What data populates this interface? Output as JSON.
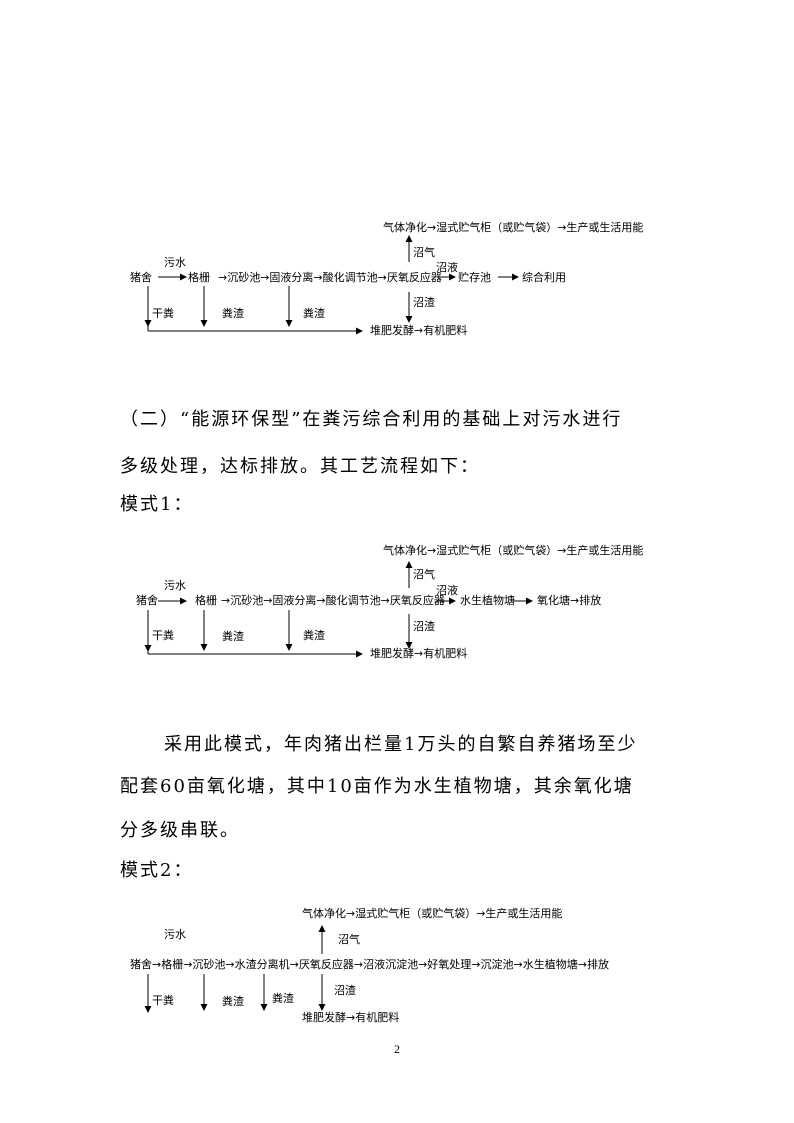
{
  "diagram1": {
    "top_line": "气体净化→湿式贮气柜（或贮气袋）→生产或生活用能",
    "wastewater": "污水",
    "biogas": "沼气",
    "biogas_liquid": "沼液",
    "main_chain": "→沉砂池→固液分离→酸化调节池→厌氧反应器",
    "pigsty": "猪舍",
    "grille": "格栅",
    "storage": "贮存池",
    "reuse": "综合利用",
    "dry_manure": "干粪",
    "residue_a": "粪渣",
    "residue_b": "粪渣",
    "biogas_residue": "沼渣",
    "compost": "堆肥发酵→有机肥料"
  },
  "paragraph1": {
    "line1": "（二）“能源环保型”在粪污综合利用的基础上对污水进行",
    "line2": "多级处理，达标排放。其工艺流程如下："
  },
  "mode1_heading": "模式1：",
  "diagram2": {
    "top_line": "气体净化→湿式贮气柜（或贮气袋）→生产或生活用能",
    "wastewater": "污水",
    "biogas": "沼气",
    "biogas_liquid": "沼液",
    "pigsty": "猪舍",
    "grille": "格栅",
    "main_chain": "→沉砂池→固液分离→酸化调节池→厌氧反应器",
    "tail_chain": "水生植物塘",
    "oxidation": "氧化塘→排放",
    "dry_manure": "干粪",
    "residue_a": "粪渣",
    "residue_b": "粪渣",
    "biogas_residue": "沼渣",
    "compost": "堆肥发酵→有机肥料"
  },
  "paragraph2": {
    "line1": "采用此模式，年肉猪出栏量1万头的自繁自养猪场至少",
    "line2": "配套60亩氧化塘，其中10亩作为水生植物塘，其余氧化塘",
    "line3": "分多级串联。"
  },
  "mode2_heading": "模式2：",
  "diagram3": {
    "top_line": "气体净化→湿式贮气柜（或贮气袋）→生产或生活用能",
    "wastewater": "污水",
    "biogas": "沼气",
    "main_chain": "猪舍→格栅→沉砂池→水渣分离机→厌氧反应器→沼液沉淀池→好氧处理→沉淀池→水生植物塘→排放",
    "dry_manure": "干粪",
    "residue_a": "粪渣",
    "residue_b": "粪渣",
    "biogas_residue": "沼渣",
    "compost": "堆肥发酵→有机肥料"
  },
  "page_number": "2"
}
